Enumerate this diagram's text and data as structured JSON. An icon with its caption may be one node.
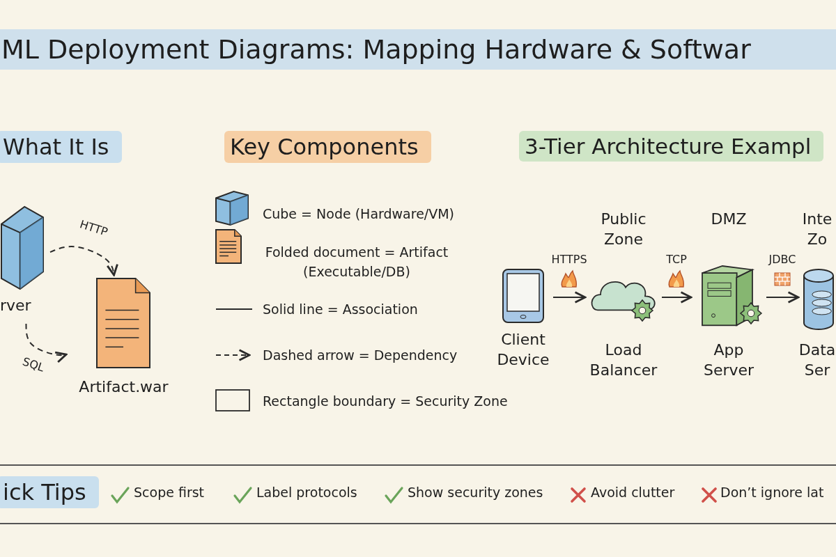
{
  "diagram": {
    "title": "ML Deployment Diagrams: Mapping Hardware & Softwar",
    "nodes": [
      {
        "text": [
          "rver"
        ]
      },
      {
        "text": [
          "Artifact.war"
        ]
      },
      {
        "text": [
          "Client Device"
        ]
      },
      {
        "text": [
          "Load Balancer"
        ],
        "beside": [
          "Public Zone"
        ]
      },
      {
        "text": [
          "App Server"
        ],
        "beside": [
          "DMZ"
        ]
      },
      {
        "text": [
          "Data Ser"
        ],
        "beside": [
          "Inte Zo"
        ]
      }
    ],
    "edges": [
      {
        "from": 0,
        "to": 1,
        "arrow": "to",
        "label": "HTTP",
        "style": "dashed"
      },
      {
        "from": 0,
        "to": 1,
        "arrow": "to",
        "label": "SQL",
        "style": "dashed"
      },
      {
        "from": 2,
        "to": 3,
        "arrow": "to",
        "label": "HTTPS"
      },
      {
        "from": 3,
        "to": 4,
        "arrow": "to",
        "label": "TCP"
      },
      {
        "from": 4,
        "to": 5,
        "arrow": "to",
        "label": "JDBC"
      }
    ],
    "labels": [
      "What It Is",
      "Key Components",
      "3-Tier Architecture Exampl",
      "ick Tips",
      "Scope first",
      "Label protocols",
      "Show security zones",
      "Avoid clutter",
      "Don’t ignore lat"
    ],
    "legend": [
      {
        "text": "Cube = Node (Hardware/VM)"
      },
      {
        "text": "Folded document = Artifact (Executable/DB)"
      },
      {
        "text": "Solid line = Association"
      },
      {
        "text": "Dashed arrow = Dependency"
      },
      {
        "text": "Rectangle boundary = Security Zone"
      }
    ]
  }
}
